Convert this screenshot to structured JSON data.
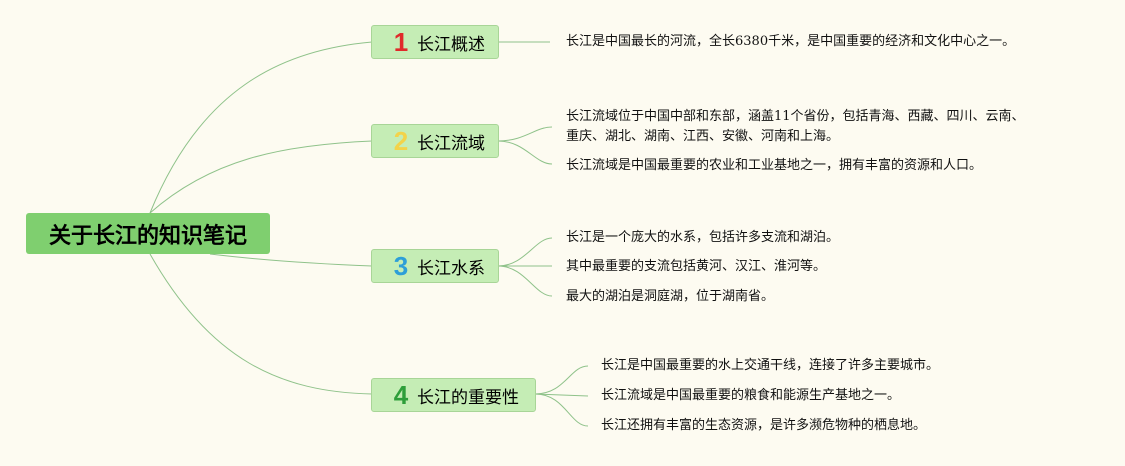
{
  "root": {
    "label": "关于长江的知识笔记"
  },
  "colors": {
    "line": "#8fc28a",
    "num1": "#e02a2a",
    "num2": "#f3d34a",
    "num3": "#2d9fd8",
    "num4": "#2e9e3a"
  },
  "branches": [
    {
      "num": "1",
      "label": "长江概述",
      "leaves": [
        "长江是中国最长的河流，全长6380千米，是中国重要的经济和文化中心之一。"
      ]
    },
    {
      "num": "2",
      "label": "长江流域",
      "leaves": [
        "长江流域位于中国中部和东部，涵盖11个省份，包括青海、西藏、四川、云南、",
        "重庆、湖北、湖南、江西、安徽、河南和上海。",
        "长江流域是中国最重要的农业和工业基地之一，拥有丰富的资源和人口。"
      ]
    },
    {
      "num": "3",
      "label": "长江水系",
      "leaves": [
        "长江是一个庞大的水系，包括许多支流和湖泊。",
        "其中最重要的支流包括黄河、汉江、淮河等。",
        "最大的湖泊是洞庭湖，位于湖南省。"
      ]
    },
    {
      "num": "4",
      "label": "长江的重要性",
      "leaves": [
        "长江是中国最重要的水上交通干线，连接了许多主要城市。",
        "长江流域是中国最重要的粮食和能源生产基地之一。",
        "长江还拥有丰富的生态资源，是许多濒危物种的栖息地。"
      ]
    }
  ]
}
